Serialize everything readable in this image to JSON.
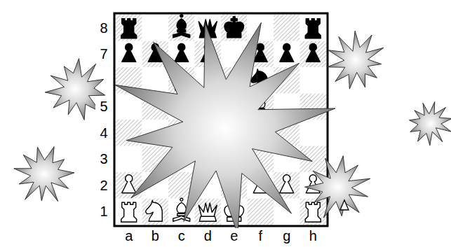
{
  "diagram": {
    "labels": [
      "8",
      "7",
      "5",
      "4",
      "3",
      "2",
      "1",
      "a",
      "b",
      "c",
      "d",
      "e",
      "f",
      "g",
      "h"
    ]
  }
}
